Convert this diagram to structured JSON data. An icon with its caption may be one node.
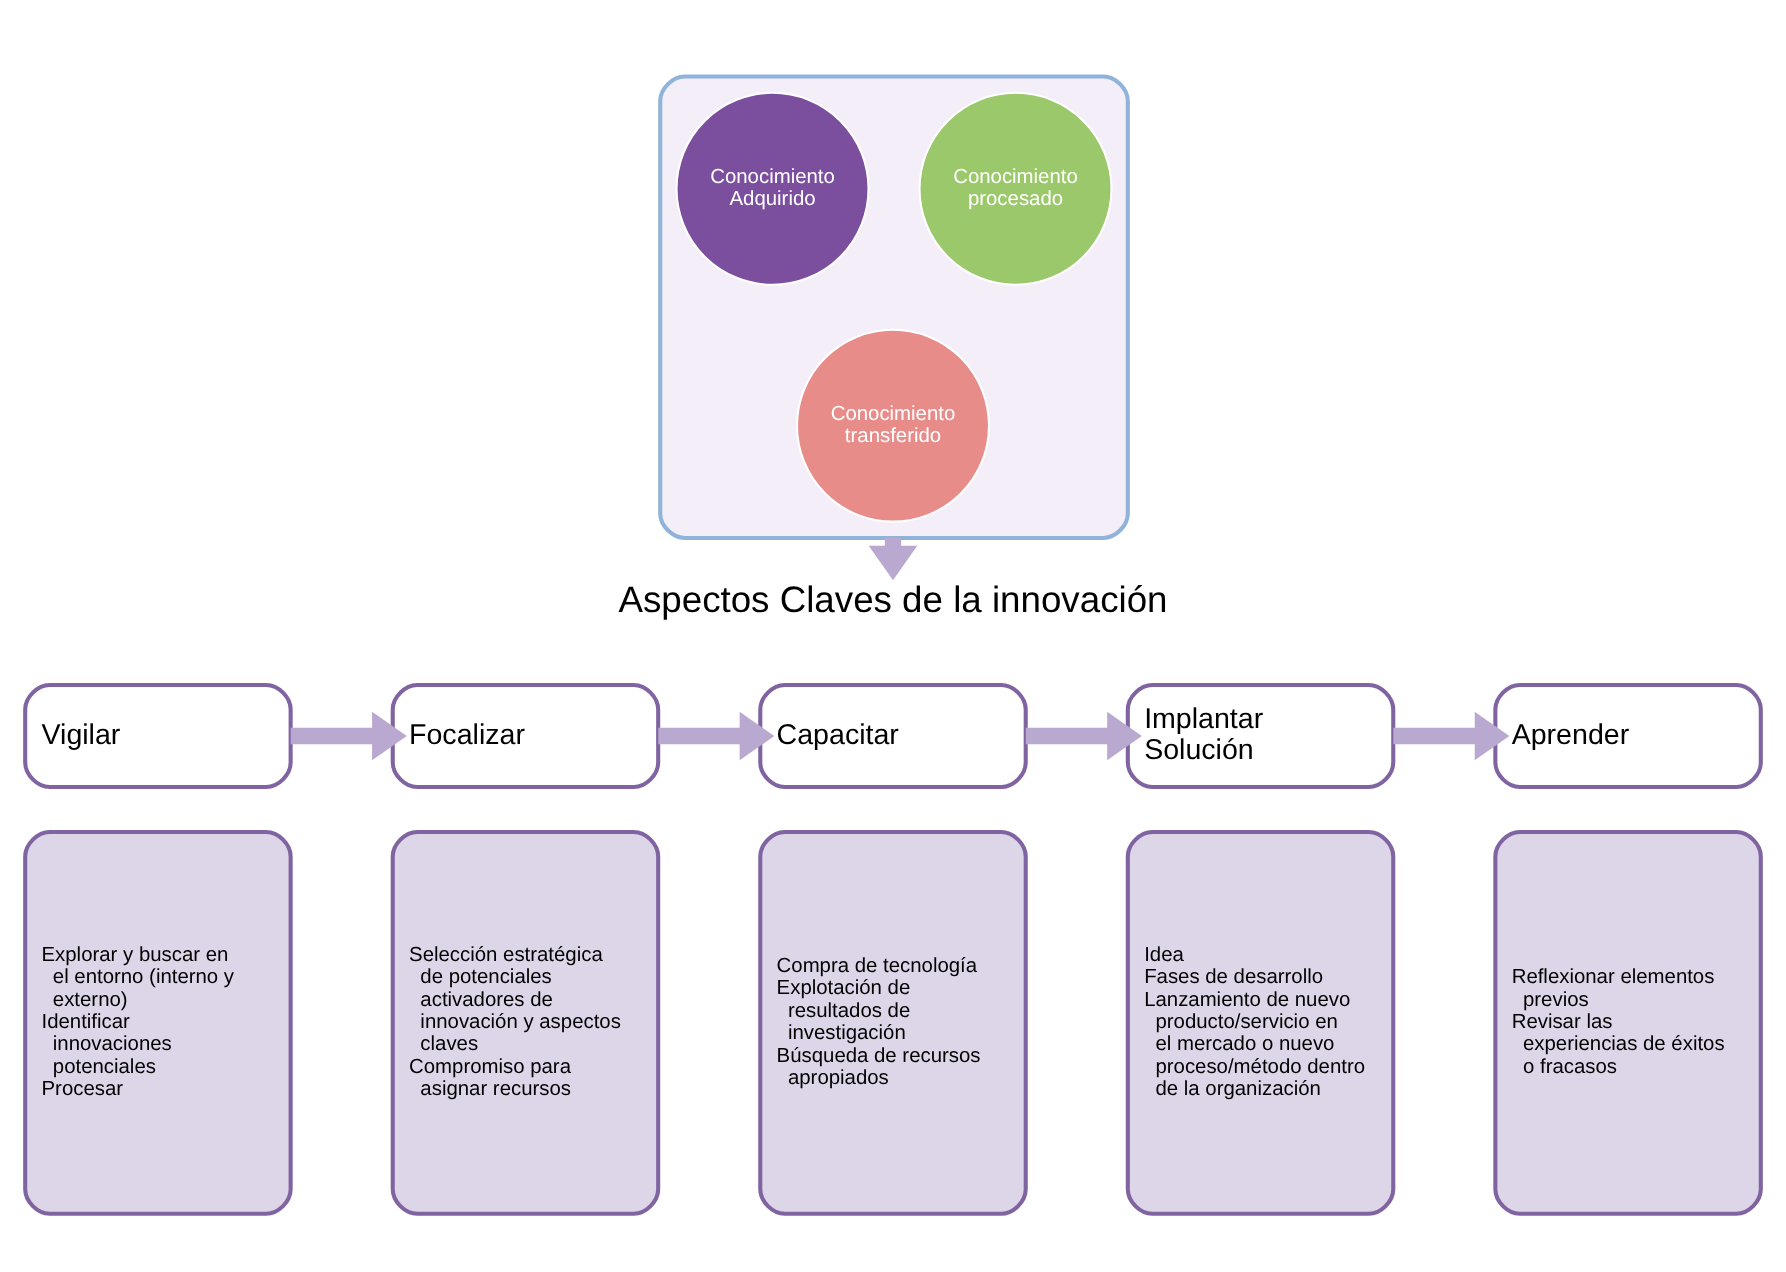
{
  "diagram": {
    "nodes": [
      {
        "text": [],
        "shape": "funnel"
      },
      {
        "text": [
          "Conocimiento procesado"
        ],
        "in": 0
      },
      {
        "text": [
          "Conocimiento Adquirido"
        ],
        "in": 0
      },
      {
        "text": [
          "Conocimiento transferido"
        ],
        "in": 0
      },
      {
        "text": [
          "Aspectos Claves de la innovación"
        ]
      },
      {
        "text": [
          "Vigilar"
        ]
      },
      {
        "text": [
          "Explorar y buscar en el entorno (interno y externo)",
          "Identificar innovaciones potenciales",
          "Procesar"
        ]
      },
      {
        "text": [
          "Focalizar"
        ]
      },
      {
        "text": [
          "Selección estratégica de potenciales activadores de innovación y aspectos claves",
          "Compromiso para asignar recursos"
        ]
      },
      {
        "text": [
          "Capacitar"
        ]
      },
      {
        "text": [
          "Compra de tecnología",
          "Explotación de resultados de investigación",
          "Búsqueda de recursos apropiados"
        ]
      },
      {
        "text": [
          "Implantar Solución"
        ]
      },
      {
        "text": [
          "Idea",
          "Fases de desarrollo",
          "Lanzamiento de nuevo producto/servicio en el mercado o nuevo proceso/método dentro de la organización"
        ]
      },
      {
        "text": [
          "Aprender"
        ]
      },
      {
        "text": [
          "Reflexionar elementos previos",
          "Revisar las experiencias de éxitos o fracasos"
        ]
      }
    ],
    "edges": [
      {
        "from": 0,
        "to": 4,
        "arrow": "to"
      },
      {
        "from": 5,
        "to": 7,
        "arrow": "to"
      },
      {
        "from": 7,
        "to": 9,
        "arrow": "to"
      },
      {
        "from": 9,
        "to": 11,
        "arrow": "to"
      },
      {
        "from": 11,
        "to": 13,
        "arrow": "to"
      }
    ]
  }
}
